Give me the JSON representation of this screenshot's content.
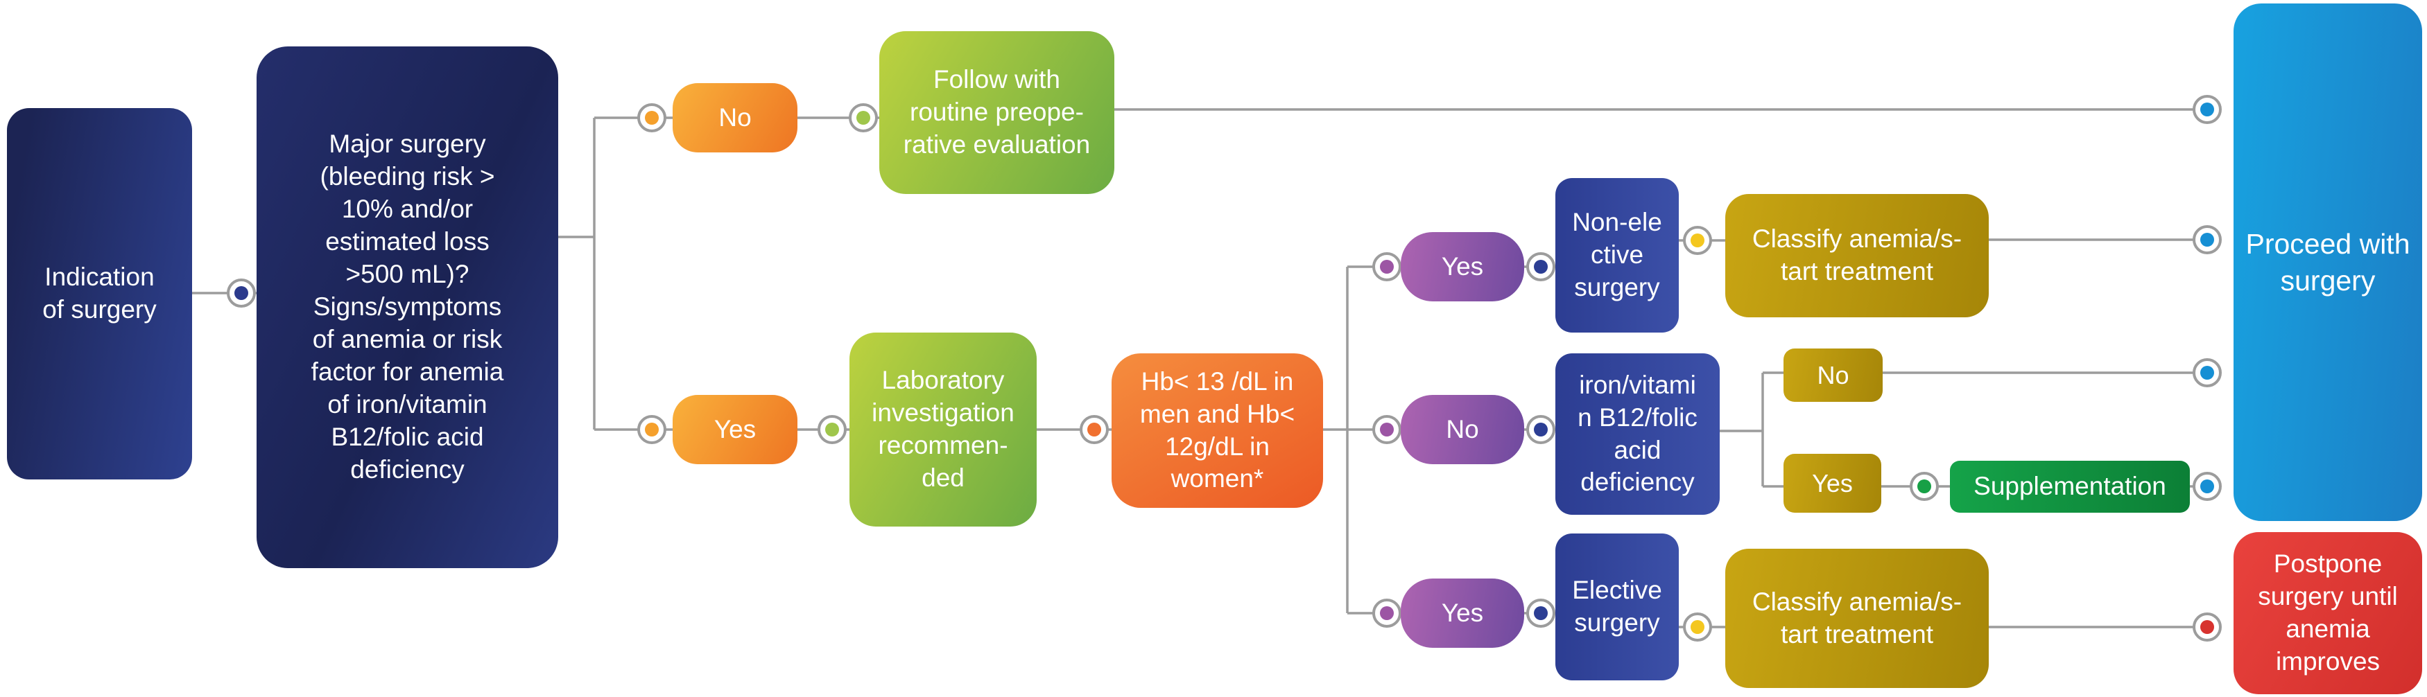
{
  "palette": {
    "wire": "#9c9c9c",
    "text": "#ffffff",
    "navy-a": "#1c2454",
    "navy-b": "#2e4190",
    "major-a": "#242e6b",
    "major-m": "#1b2354",
    "major-b": "#2b3a82",
    "orange-a": "#f9b13b",
    "orange-b": "#ee7523",
    "green-a": "#bdd23f",
    "green-b": "#6cac43",
    "hborange-a": "#f58d3e",
    "hborange-b": "#ec5a25",
    "purple-a": "#ad64b1",
    "purple-b": "#6f4a9f",
    "royal-a": "#2c3d92",
    "royal-b": "#3c50a8",
    "gold-a": "#c8a513",
    "gold-b": "#a68608",
    "suppl-a": "#15a349",
    "suppl-b": "#0c7f36",
    "cyan-a": "#18a2e0",
    "cyan-b": "#1c7ec5",
    "red-a": "#e9423d",
    "red-b": "#d22f2c",
    "dot-navy": "#2b3a8c",
    "dot-orange": "#f5a02c",
    "dot-green": "#9fc64b",
    "dot-hborange": "#f07030",
    "dot-purple": "#9c55a4",
    "dot-royal": "#2c3e94",
    "dot-yellow": "#f4c71f",
    "dot-suppl": "#17a046",
    "dot-cyan": "#168fd4",
    "dot-red": "#d7332f"
  },
  "nodes": {
    "indication": {
      "label": "Indication\nof surgery"
    },
    "major": {
      "label": "Major surgery\n(bleeding risk >\n10% and/or\nestimated loss\n>500 mL)?\nSigns/symptoms\nof anemia or risk\nfactor for anemia\nof iron/vitamin\nB12/folic acid\ndeficiency"
    },
    "no1": {
      "label": "No"
    },
    "follow": {
      "label": "Follow with\nroutine preope-\nrative evaluation"
    },
    "yes1": {
      "label": "Yes"
    },
    "laboratory": {
      "label": "Laboratory\ninvestigation\nrecommen-\nded"
    },
    "hb": {
      "label": "Hb< 13 /dL in\nmen and Hb<\n12g/dL in\nwomen*"
    },
    "yes2": {
      "label": "Yes"
    },
    "no2": {
      "label": "No"
    },
    "yes3": {
      "label": "Yes"
    },
    "nonelective": {
      "label": "Non-ele\nctive\nsurgery"
    },
    "iron": {
      "label": "iron/vitami\nn B12/folic\nacid\ndeficiency"
    },
    "elective": {
      "label": "Elective\nsurgery"
    },
    "classify1": {
      "label": "Classify anemia/s-\ntart treatment"
    },
    "no3": {
      "label": "No"
    },
    "yes4": {
      "label": "Yes"
    },
    "supplementation": {
      "label": "Supplementation"
    },
    "classify2": {
      "label": "Classify anemia/s-\ntart treatment"
    },
    "proceed": {
      "label": "Proceed with\nsurgery"
    },
    "postpone": {
      "label": "Postpone\nsurgery until\nanemia\nimproves"
    }
  }
}
